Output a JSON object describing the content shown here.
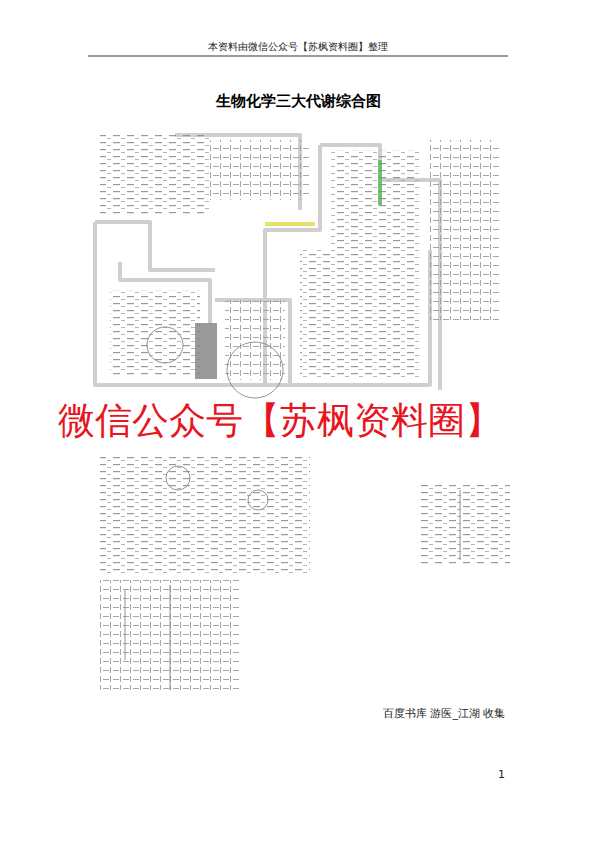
{
  "diagram": {
    "title": "生物化学三大代谢综合图",
    "labels": [
      "本资料由微信公众号【苏枫资料圈】整理",
      "微信公众号【苏枫资料圈】",
      "百度书库 游医_江湖 收集",
      "1"
    ]
  }
}
